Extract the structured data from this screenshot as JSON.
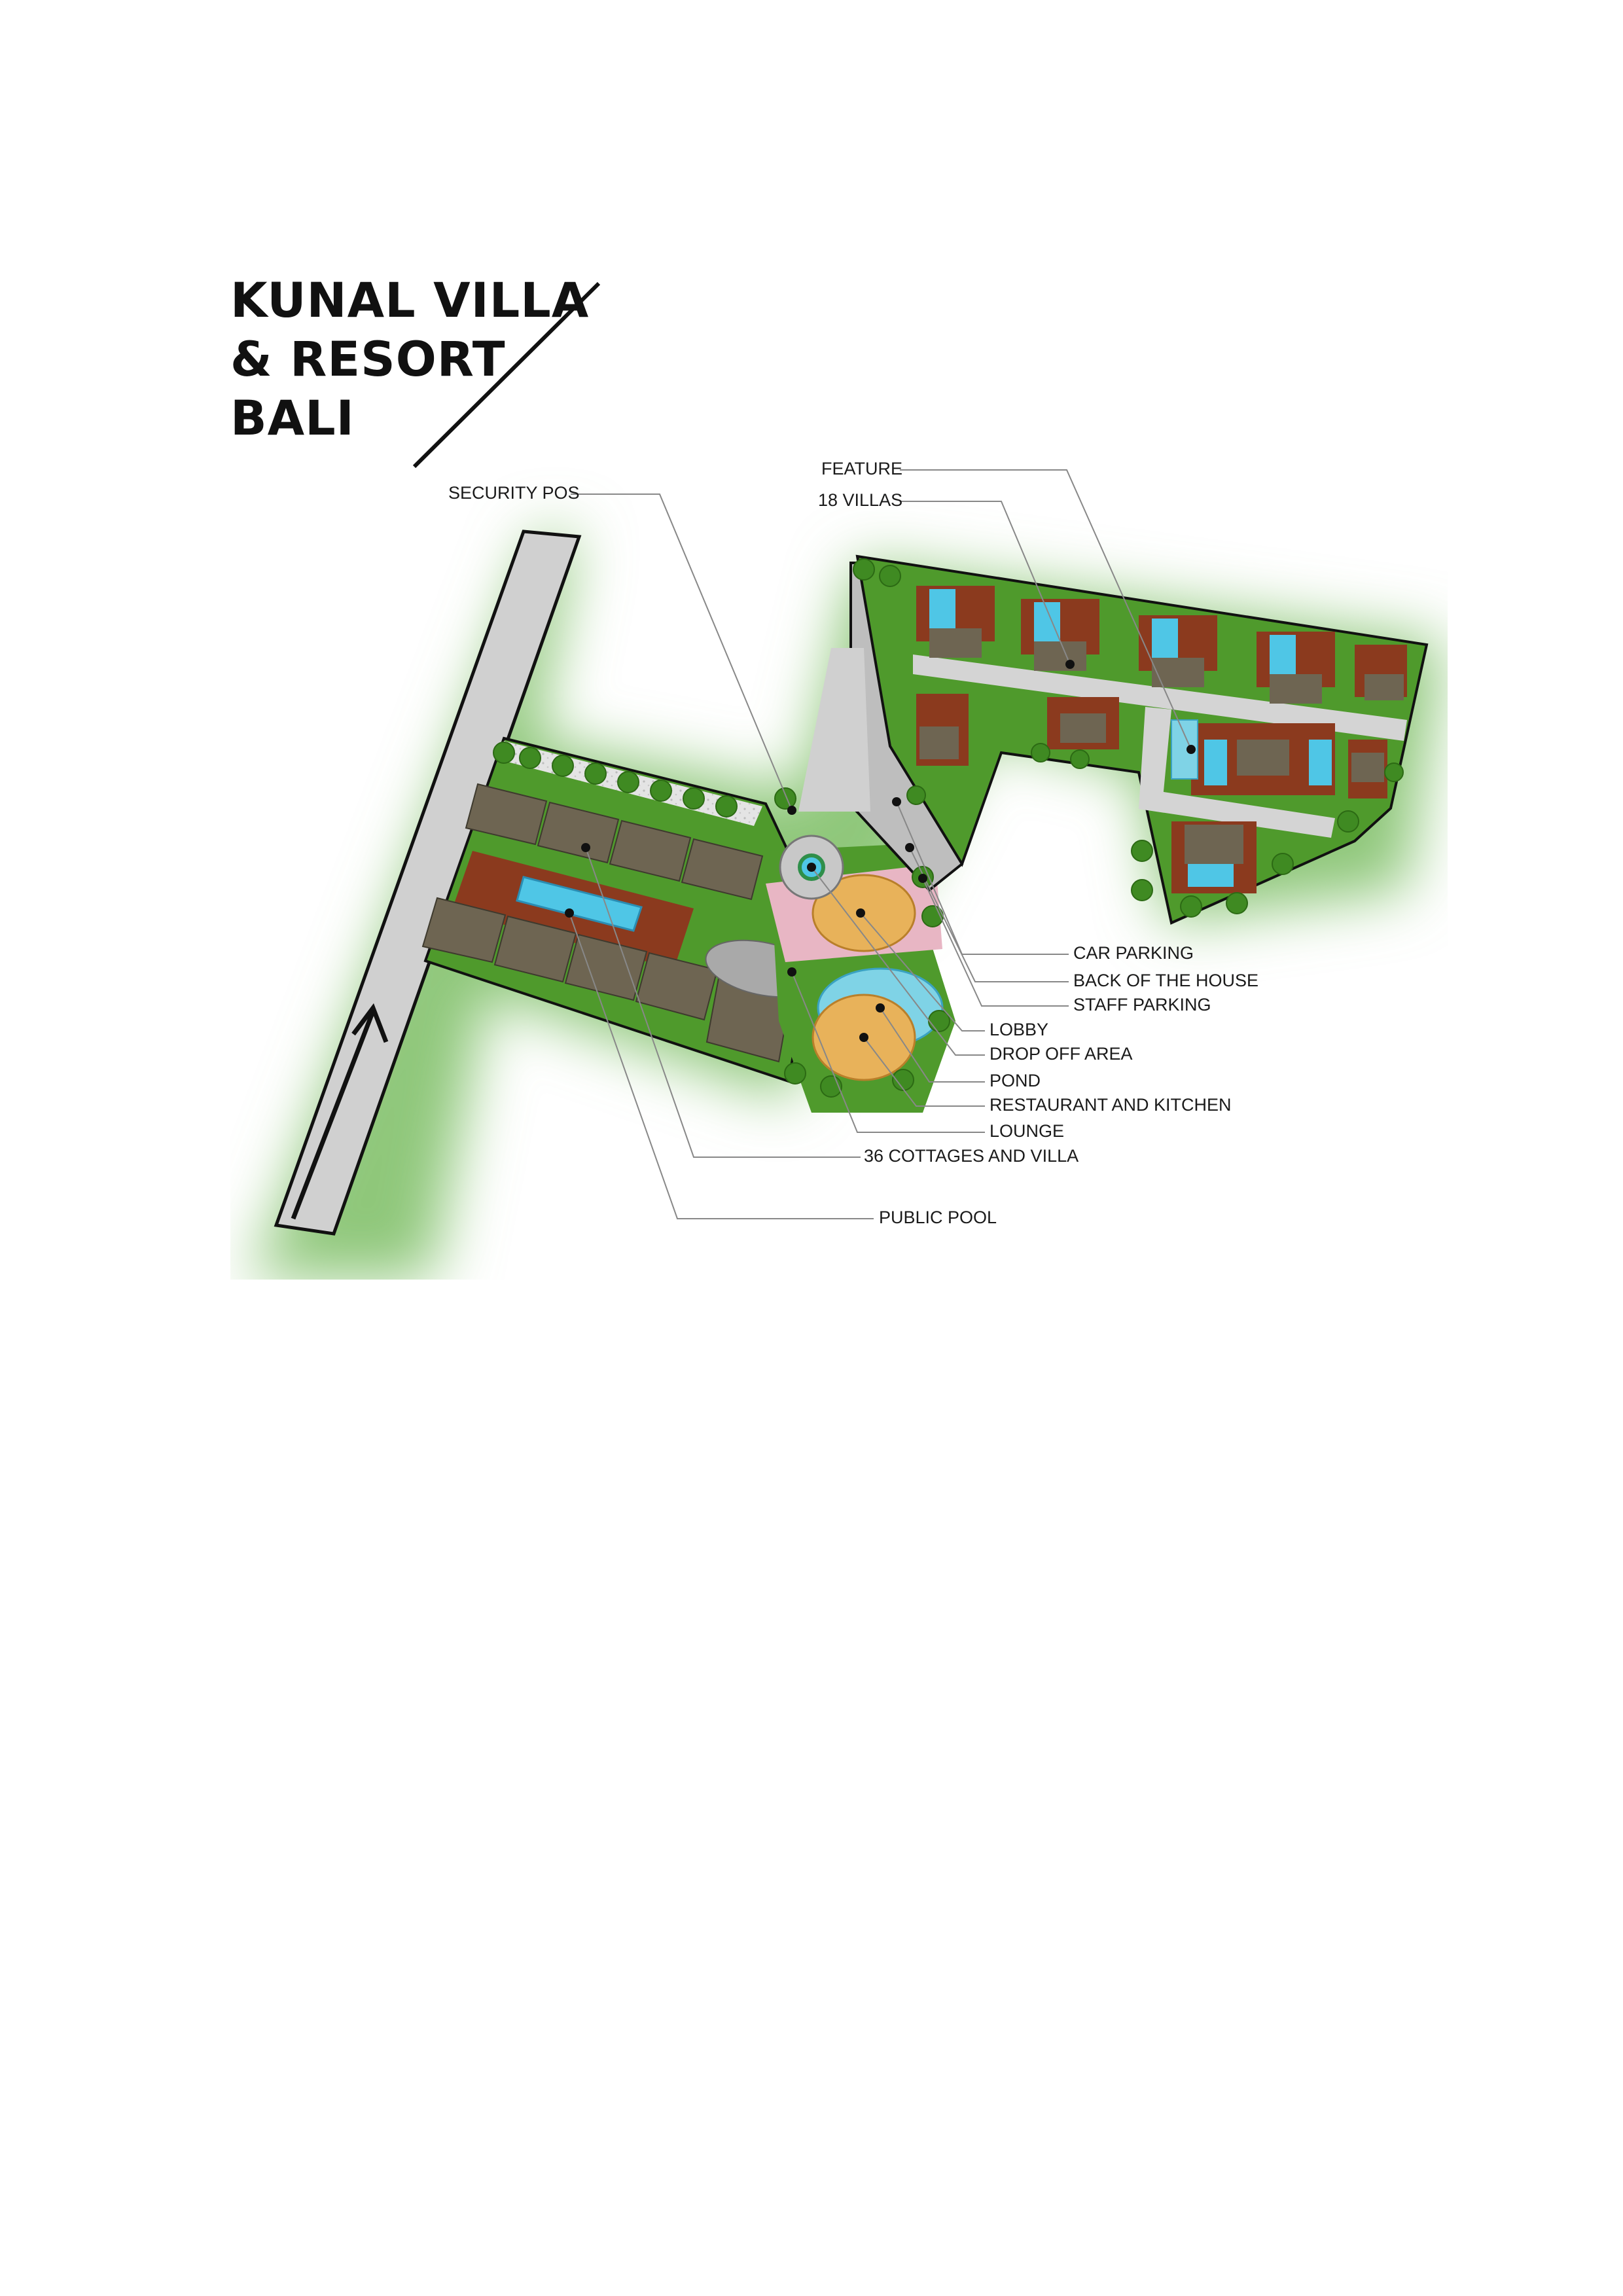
{
  "title": {
    "line1": "KUNAL VILLA",
    "line2": "& RESORT",
    "line3": "BALI"
  },
  "labels": {
    "security_pos": "SECURITY POS",
    "feature": "FEATURE",
    "villas_18": "18 VILLAS",
    "car_parking": "CAR PARKING",
    "back_of_house": "BACK OF THE HOUSE",
    "staff_parking": "STAFF PARKING",
    "lobby": "LOBBY",
    "drop_off_area": "DROP OFF AREA",
    "pond": "POND",
    "restaurant_kitchen": "RESTAURANT AND KITCHEN",
    "lounge": "LOUNGE",
    "cottages_villa_36": "36 COTTAGES AND VILLA",
    "public_pool": "PUBLIC POOL"
  },
  "colors": {
    "grass": "#4f9a2c",
    "halo": "#8fc77a",
    "roof": "#6e6552",
    "deck": "#8b3a1e",
    "pool": "#4fc6e6",
    "road": "#cfcfcf",
    "lobby": "#e8b25a"
  }
}
